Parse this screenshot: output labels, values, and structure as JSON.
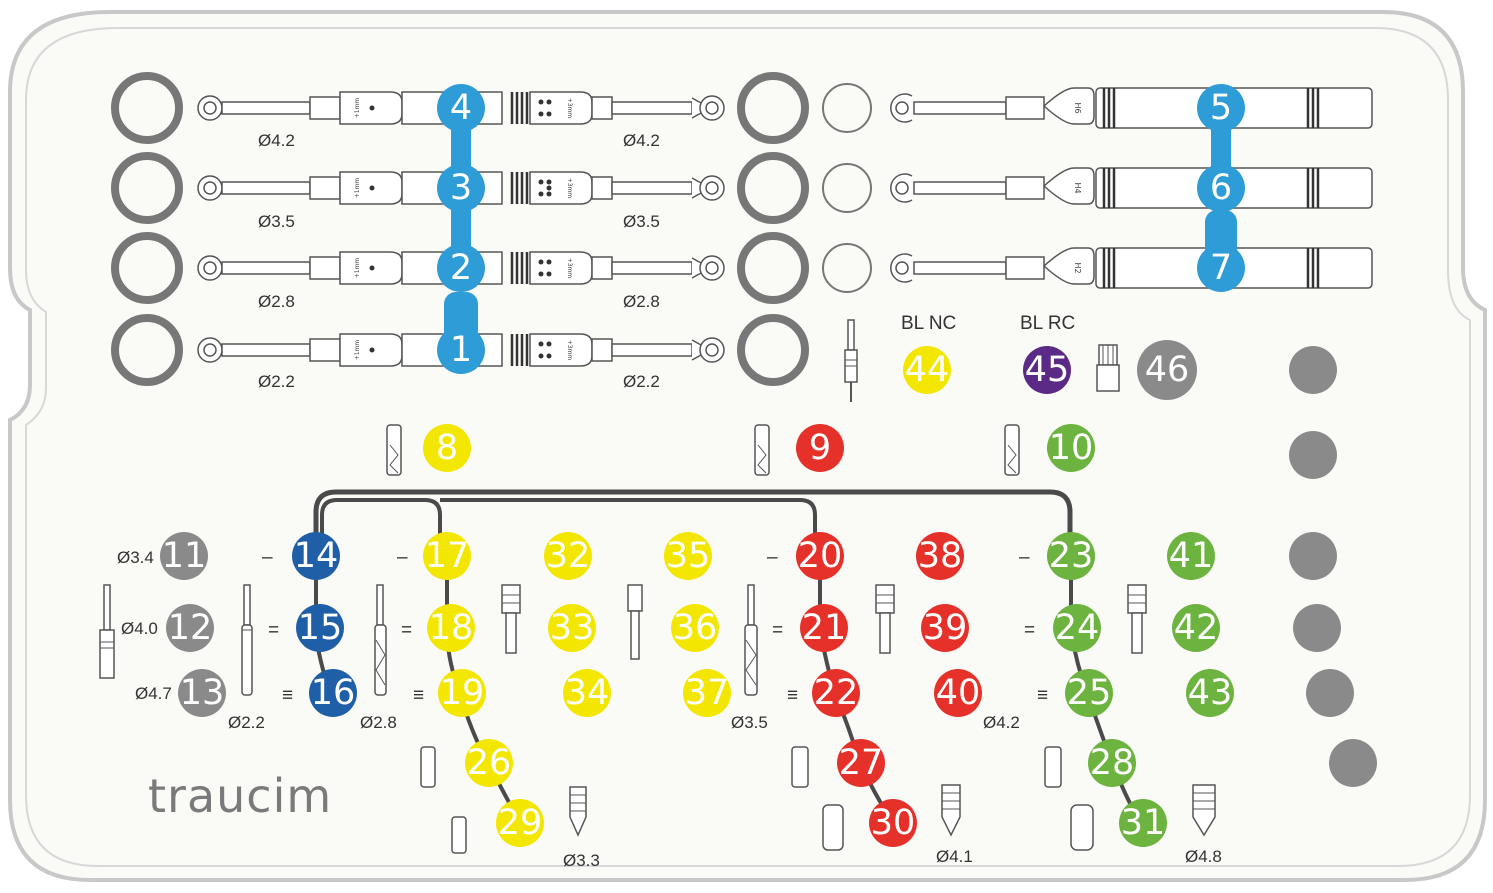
{
  "colors": {
    "tray_fill": "#fafaf7",
    "tray_stroke": "#c8c8c8",
    "blue_light": "#2e9cd6",
    "blue_dark": "#1f5fa8",
    "yellow": "#f3e600",
    "red": "#e5312a",
    "green": "#6cb33f",
    "gray": "#8a8a8a",
    "purple": "#5b2a86",
    "path": "#4a4a4a"
  },
  "brand": {
    "logo_text": "traucim"
  },
  "top_left_rows": [
    {
      "badge": "4",
      "left_diam": "Ø4.2",
      "right_diam": "Ø4.2"
    },
    {
      "badge": "3",
      "left_diam": "Ø3.5",
      "right_diam": "Ø3.5"
    },
    {
      "badge": "2",
      "left_diam": "Ø2.8",
      "right_diam": "Ø2.8"
    },
    {
      "badge": "1",
      "left_diam": "Ø2.2",
      "right_diam": "Ø2.2"
    }
  ],
  "instrument_marks": {
    "plus1": "+1mm",
    "plus3": "+3mm"
  },
  "top_right_rows": [
    {
      "badge": "5",
      "height": "H6"
    },
    {
      "badge": "6",
      "height": "H4"
    },
    {
      "badge": "7",
      "height": "H2"
    }
  ],
  "abutments": {
    "bl_nc_label": "BL NC",
    "bl_rc_label": "BL RC",
    "b44": "44",
    "b45": "45",
    "b46": "46"
  },
  "drills": {
    "b8": "8",
    "b9": "9",
    "b10": "10"
  },
  "stops": {
    "row1": {
      "diam": "Ø3.4",
      "badge": "11"
    },
    "row2": {
      "diam": "Ø4.0",
      "badge": "12"
    },
    "row3": {
      "diam": "Ø4.7",
      "badge": "13"
    }
  },
  "blue_col": {
    "b14": "14",
    "b15": "15",
    "b16": "16",
    "drill_diam": "Ø2.2"
  },
  "yellow_col": {
    "b17": "17",
    "b18": "18",
    "b19": "19",
    "b26": "26",
    "b29": "29",
    "b32": "32",
    "b33": "33",
    "b34": "34",
    "b35": "35",
    "b36": "36",
    "b37": "37",
    "drill_diam": "Ø2.8",
    "implant_diam": "Ø3.3"
  },
  "red_col": {
    "b20": "20",
    "b21": "21",
    "b22": "22",
    "b27": "27",
    "b30": "30",
    "b38": "38",
    "b39": "39",
    "b40": "40",
    "drill_diam": "Ø3.5",
    "side_diam": "Ø4.2",
    "implant_diam": "Ø4.1"
  },
  "green_col": {
    "b23": "23",
    "b24": "24",
    "b25": "25",
    "b28": "28",
    "b31": "31",
    "b41": "41",
    "b42": "42",
    "b43": "43",
    "implant_diam": "Ø4.8"
  },
  "dash_marks": {
    "single": "–",
    "double": "=",
    "triple": "≡"
  }
}
